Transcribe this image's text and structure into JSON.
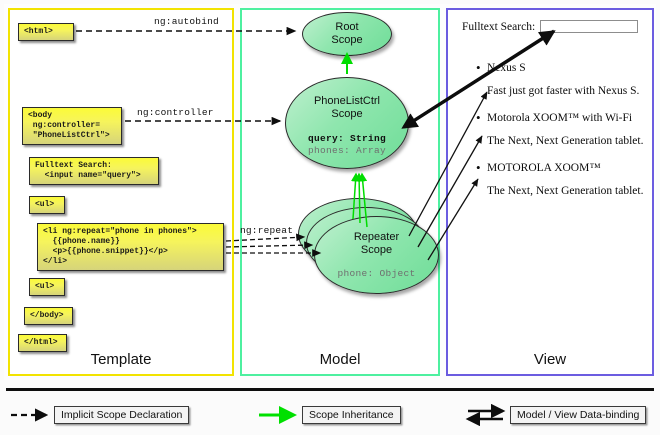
{
  "panels": {
    "template": {
      "label": "Template",
      "border_color": "#f2e300",
      "boxes": [
        {
          "name": "html-open",
          "text": "<html>"
        },
        {
          "name": "body-open",
          "text": "<body\n ng:controller=\n \"PhoneListCtrl\">"
        },
        {
          "name": "search-input",
          "text": "Fulltext Search:\n  <input name=\"query\">"
        },
        {
          "name": "ul-open",
          "text": "<ul>"
        },
        {
          "name": "li-repeat",
          "text": "<li ng:repeat=\"phone in phones\">\n  {{phone.name}}\n  <p>{{phone.snippet}}</p>\n</li>"
        },
        {
          "name": "ul-close",
          "text": "<ul>"
        },
        {
          "name": "body-close",
          "text": "</body>"
        },
        {
          "name": "html-close",
          "text": "</html>"
        }
      ]
    },
    "model": {
      "label": "Model",
      "border_color": "#4ef0a0",
      "scopes": [
        {
          "name": "root-scope",
          "title_line1": "Root",
          "title_line2": "Scope",
          "props": []
        },
        {
          "name": "phonelistctrl-scope",
          "title_line1": "PhoneListCtrl",
          "title_line2": "Scope",
          "props": [
            {
              "text": "query: String",
              "emphasis": "strong"
            },
            {
              "text": "phones: Array",
              "emphasis": "dim"
            }
          ]
        },
        {
          "name": "repeater-scope",
          "title_line1": "Repeater",
          "title_line2": "Scope",
          "props": [
            {
              "text": "phone: Object",
              "emphasis": "dim"
            }
          ]
        }
      ]
    },
    "view": {
      "label": "View",
      "border_color": "#6b5ce0",
      "search_label": "Fulltext Search:",
      "search_value": "",
      "items": [
        {
          "name": "Nexus S",
          "snippet": "Fast just got faster with Nexus S."
        },
        {
          "name": "Motorola XOOM™  with Wi-Fi",
          "snippet": "The Next, Next Generation tablet."
        },
        {
          "name": "MOTOROLA XOOM™",
          "snippet": "The Next, Next Generation tablet."
        }
      ]
    }
  },
  "connectors": [
    {
      "name": "ng-autobind",
      "label": "ng:autobind"
    },
    {
      "name": "ng-controller",
      "label": "ng:controller"
    },
    {
      "name": "ng-repeat",
      "label": "ng:repeat"
    }
  ],
  "legend": [
    {
      "name": "implicit-scope-declaration",
      "label": "Implicit Scope Declaration",
      "glyph": "dashed-arrow",
      "color": "#0d0d0d"
    },
    {
      "name": "scope-inheritance",
      "label": "Scope Inheritance",
      "glyph": "solid-green-arrow",
      "color": "#00e000"
    },
    {
      "name": "model-view-data-binding",
      "label": "Model / View Data-binding",
      "glyph": "double-arrow",
      "color": "#0d0d0d"
    }
  ]
}
